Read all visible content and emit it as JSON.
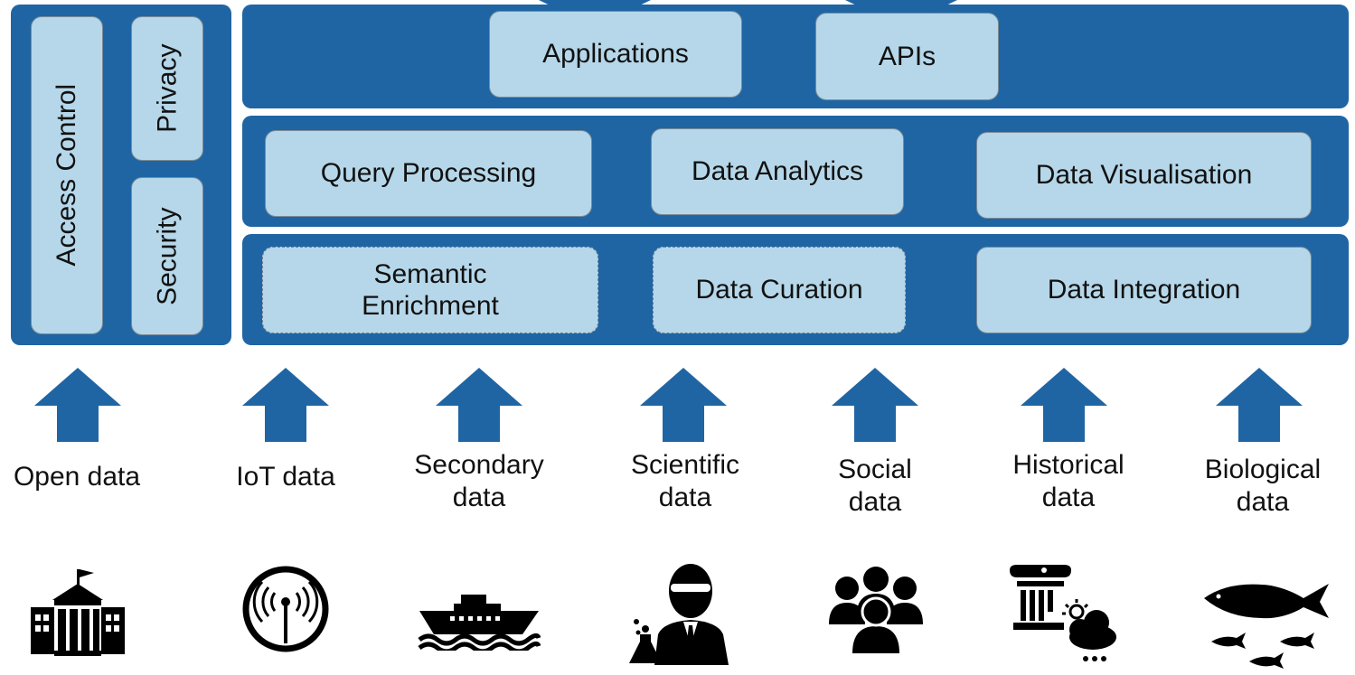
{
  "left_column": {
    "access_control": "Access Control",
    "privacy": "Privacy",
    "security": "Security"
  },
  "top_layer": {
    "applications": "Applications",
    "apis": "APIs"
  },
  "middle_layer": {
    "query_processing": "Query Processing",
    "data_analytics": "Data Analytics",
    "data_visualisation": "Data Visualisation"
  },
  "bottom_layer": {
    "semantic_enrichment_line1": "Semantic",
    "semantic_enrichment_line2": "Enrichment",
    "data_curation": "Data Curation",
    "data_integration": "Data Integration"
  },
  "sources": [
    {
      "line1": "Open data",
      "line2": "",
      "icon": "government-building-icon"
    },
    {
      "line1": "IoT data",
      "line2": "",
      "icon": "wireless-antenna-icon"
    },
    {
      "line1": "Secondary",
      "line2": "data",
      "icon": "ship-icon"
    },
    {
      "line1": "Scientific",
      "line2": "data",
      "icon": "scientist-icon"
    },
    {
      "line1": "Social",
      "line2": "data",
      "icon": "people-group-icon"
    },
    {
      "line1": "Historical",
      "line2": "data",
      "icon": "column-weather-icon"
    },
    {
      "line1": "Biological",
      "line2": "data",
      "icon": "fish-icon"
    }
  ],
  "colors": {
    "panel": "#1f65a4",
    "box": "#b5d7e9",
    "arrow": "#1f65a4",
    "icon": "#000000"
  }
}
